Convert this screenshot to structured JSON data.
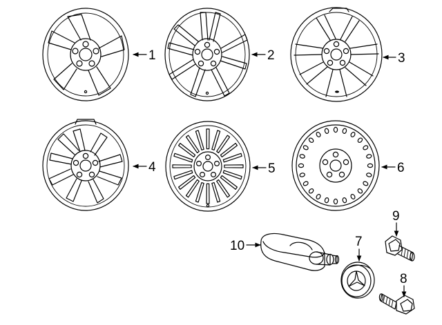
{
  "diagram": {
    "callouts": [
      {
        "id": "wheel-1",
        "label": "1"
      },
      {
        "id": "wheel-2",
        "label": "2"
      },
      {
        "id": "wheel-3",
        "label": "3"
      },
      {
        "id": "wheel-4",
        "label": "4"
      },
      {
        "id": "wheel-5",
        "label": "5"
      },
      {
        "id": "wheel-6",
        "label": "6"
      },
      {
        "id": "center-cap",
        "label": "7"
      },
      {
        "id": "lug-bolt-8",
        "label": "8"
      },
      {
        "id": "lug-bolt-9",
        "label": "9"
      },
      {
        "id": "tpms-sensor",
        "label": "10"
      }
    ]
  }
}
